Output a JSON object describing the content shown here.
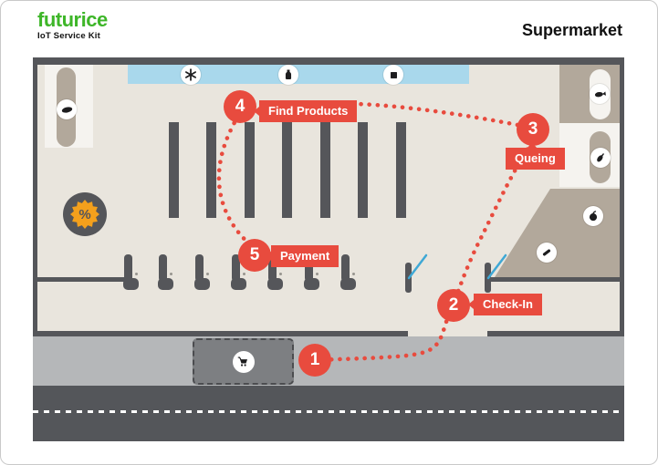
{
  "header": {
    "logo_text": "futurice",
    "logo_subtitle": "IoT Service Kit",
    "title": "Supermarket"
  },
  "map": {
    "discount_badge_symbol": "%",
    "freezer_shelf_icons": [
      "snowflake",
      "bottle",
      "package"
    ],
    "left_shelf_icon": "bread",
    "right_shelf_icons": [
      "fish",
      "eggplant",
      "apple",
      "banana"
    ],
    "cart_shed_icon": "shopping-cart",
    "entrance_gates": 2,
    "checkout_counters": 7,
    "aisles": 7
  },
  "journey": {
    "steps": [
      {
        "number": "1",
        "label": ""
      },
      {
        "number": "2",
        "label": "Check-In"
      },
      {
        "number": "3",
        "label": "Queing"
      },
      {
        "number": "4",
        "label": "Find Products"
      },
      {
        "number": "5",
        "label": "Payment"
      }
    ]
  },
  "colors": {
    "accent_red": "#E84B3E",
    "brand_green": "#3EB629",
    "badge_orange": "#F4A01C",
    "freezer_blue": "#A9D8EC",
    "gate_blue": "#3FA8D5",
    "wall_dark": "#55565A",
    "shelf_taupe": "#B2A89B",
    "floor_beige": "#E9E5DD"
  }
}
